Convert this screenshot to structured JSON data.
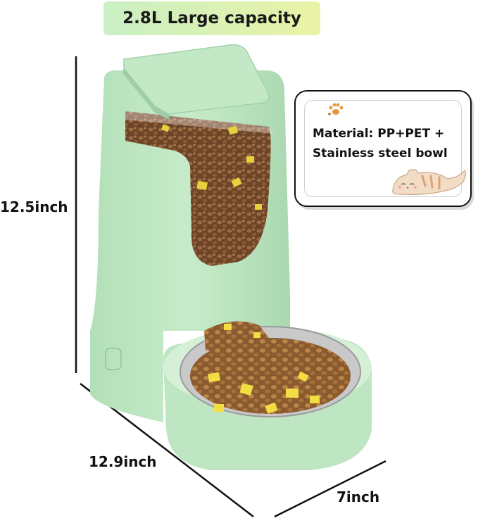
{
  "badge": {
    "capacity_text": "2.8L Large capacity"
  },
  "material": {
    "line1": "Material: PP+PET +",
    "line2": "Stainless steel bowl"
  },
  "dimensions": {
    "height": "12.5inch",
    "depth": "12.9inch",
    "width": "7inch"
  },
  "colors": {
    "feeder_body": "#bfe6c3",
    "feeder_shadow": "#9fcfa6",
    "kibble": "#7a4d2d",
    "badge_start": "#c9f0c4",
    "badge_end": "#eaf3a6"
  },
  "icons": [
    "paw-icon",
    "cat-icon"
  ]
}
